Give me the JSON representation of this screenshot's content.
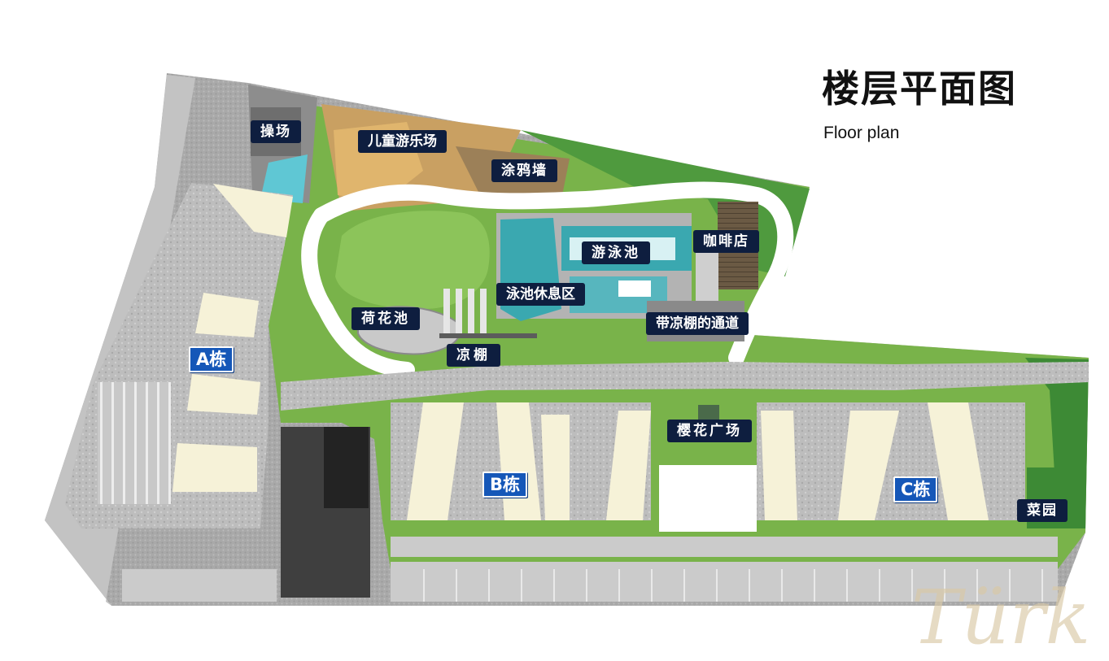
{
  "title": "楼层平面图",
  "subtitle": "Floor plan",
  "watermark": "Türk",
  "labels": {
    "playground": "操场",
    "kids_play": "儿童游乐场",
    "graffiti": "涂鸦墙",
    "cafe": "咖啡店",
    "pool": "游泳池",
    "pool_lounge": "泳池休息区",
    "lotus_pond": "荷花池",
    "covered_walkway": "带凉棚的通道",
    "pavilion": "凉棚",
    "sakura_plaza": "樱花广场",
    "garden": "菜园"
  },
  "buildings": {
    "a": "A栋",
    "b": "B栋",
    "c": "C栋"
  },
  "colors": {
    "label_bg": "#0e1e3f",
    "building_badge": "#1557b8",
    "lawn": "#79b34a",
    "dark_green": "#3d8a35",
    "paving": "#a8a8a8",
    "pool_water": "#3aa8b0",
    "path": "#ffffff",
    "building_cream": "#f6f2d8"
  }
}
